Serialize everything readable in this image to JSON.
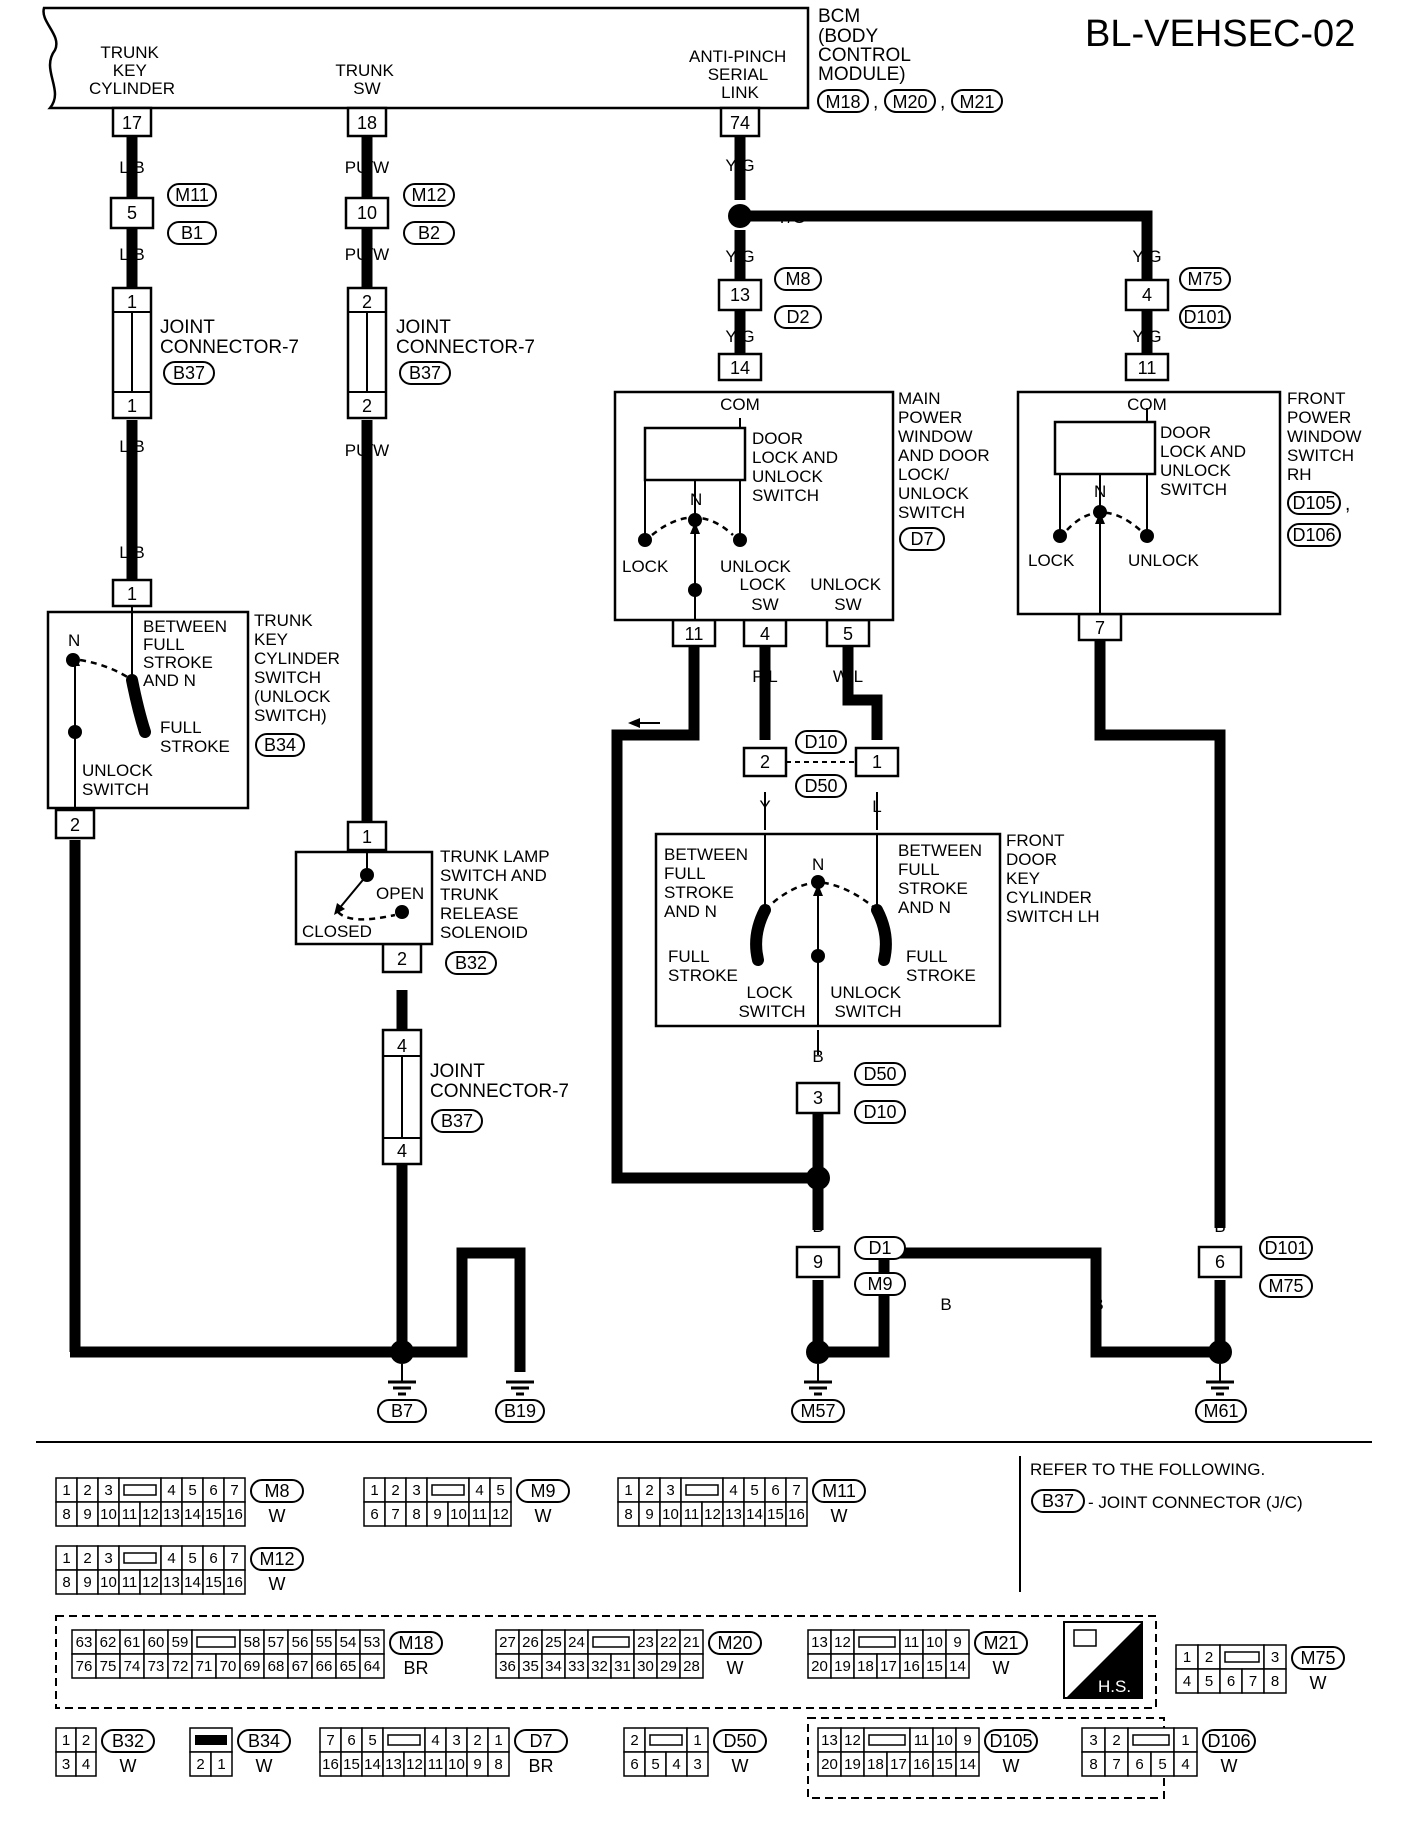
{
  "title": "BL-VEHSEC-02",
  "bcm": {
    "label": [
      "BCM",
      "(BODY",
      "CONTROL",
      "MODULE)"
    ],
    "connectors": [
      "M18",
      "M20",
      "M21"
    ],
    "sep": ",",
    "pins": [
      {
        "name": [
          "TRUNK",
          "KEY",
          "CYLINDER"
        ],
        "pin": "17"
      },
      {
        "name": [
          "TRUNK",
          "SW"
        ],
        "pin": "18"
      },
      {
        "name": [
          "ANTI-PINCH",
          "SERIAL",
          "LINK"
        ],
        "pin": "74"
      }
    ]
  },
  "wire_colors": {
    "lb": "L/B",
    "puw": "PU/W",
    "yg": "Y/G",
    "b": "B",
    "pl": "P/L",
    "wl": "W/L",
    "y": "Y",
    "l": "L"
  },
  "inline_connectors": {
    "m11_b1": {
      "pin": "5",
      "ids": [
        "M11",
        "B1"
      ]
    },
    "m12_b2": {
      "pin": "10",
      "ids": [
        "M12",
        "B2"
      ]
    },
    "m8_d2": {
      "pin": "13",
      "ids": [
        "M8",
        "D2"
      ]
    },
    "m75_d101": {
      "pin": "4",
      "ids": [
        "M75",
        "D101"
      ]
    },
    "d10_d50_a": {
      "pin": "2",
      "ids": [
        "D10",
        "D50"
      ]
    },
    "d10_d50_b": {
      "pin": "1"
    },
    "d50_d10": {
      "pin": "3",
      "ids": [
        "D50",
        "D10"
      ]
    },
    "d1_m9": {
      "pin": "9",
      "ids": [
        "D1",
        "M9"
      ]
    },
    "d101_m75": {
      "pin": "6",
      "ids": [
        "D101",
        "M75"
      ]
    }
  },
  "joint_connector": {
    "label": [
      "JOINT",
      "CONNECTOR-7"
    ],
    "id": "B37",
    "a_pins": [
      "1",
      "1"
    ],
    "b_pins": [
      "2",
      "2"
    ],
    "c_pins": [
      "4",
      "4"
    ]
  },
  "trunk_key_switch": {
    "label": [
      "TRUNK",
      "KEY",
      "CYLINDER",
      "SWITCH",
      "(UNLOCK",
      "SWITCH)"
    ],
    "id": "B34",
    "pin_in": "1",
    "pin_out": "2",
    "n": "N",
    "between": [
      "BETWEEN",
      "FULL",
      "STROKE",
      "AND N"
    ],
    "full": [
      "FULL",
      "STROKE"
    ],
    "unlock": [
      "UNLOCK",
      "SWITCH"
    ]
  },
  "trunk_lamp": {
    "label": [
      "TRUNK LAMP",
      "SWITCH AND",
      "TRUNK",
      "RELEASE",
      "SOLENOID"
    ],
    "id": "B32",
    "pin_in": "1",
    "pin_out": "2",
    "open": "OPEN",
    "closed": "CLOSED"
  },
  "main_pw": {
    "label": [
      "MAIN",
      "POWER",
      "WINDOW",
      "AND DOOR",
      "LOCK/",
      "UNLOCK",
      "SWITCH"
    ],
    "id": "D7",
    "com": "COM",
    "pin_com": "14",
    "inner": [
      "DOOR",
      "LOCK AND",
      "UNLOCK",
      "SWITCH"
    ],
    "n": "N",
    "lock": "LOCK",
    "unlock": "UNLOCK",
    "lock_sw": [
      "LOCK",
      "SW"
    ],
    "unlock_sw": [
      "UNLOCK",
      "SW"
    ],
    "pins": [
      "11",
      "4",
      "5"
    ]
  },
  "front_pw_rh": {
    "label": [
      "FRONT",
      "POWER",
      "WINDOW",
      "SWITCH",
      "RH"
    ],
    "ids": [
      "D105",
      "D106"
    ],
    "com": "COM",
    "pin_com": "11",
    "inner": [
      "DOOR",
      "LOCK AND",
      "UNLOCK",
      "SWITCH"
    ],
    "n": "N",
    "lock": "LOCK",
    "unlock": "UNLOCK",
    "pin_out": "7"
  },
  "front_key_lh": {
    "label": [
      "FRONT",
      "DOOR",
      "KEY",
      "CYLINDER",
      "SWITCH LH"
    ],
    "n": "N",
    "between_l": [
      "BETWEEN",
      "FULL",
      "STROKE",
      "AND N"
    ],
    "between_r": [
      "BETWEEN",
      "FULL",
      "STROKE",
      "AND N"
    ],
    "full_l": [
      "FULL",
      "STROKE"
    ],
    "full_r": [
      "FULL",
      "STROKE"
    ],
    "lock": [
      "LOCK",
      "SWITCH"
    ],
    "unlock": [
      "UNLOCK",
      "SWITCH"
    ]
  },
  "grounds": [
    "B7",
    "B19",
    "M57",
    "M61"
  ],
  "legend": {
    "refer": "REFER TO THE FOLLOWING.",
    "jc_id": "B37",
    "jc_text": "- JOINT CONNECTOR (J/C)",
    "hs": "H.S."
  },
  "connectors": [
    {
      "id": "M8",
      "color": "W",
      "top": [
        "1",
        "2",
        "3",
        "",
        "4",
        "5",
        "6",
        "7"
      ],
      "bot": [
        "8",
        "9",
        "10",
        "11",
        "12",
        "13",
        "14",
        "15",
        "16"
      ]
    },
    {
      "id": "M9",
      "color": "W",
      "top": [
        "1",
        "2",
        "3",
        "",
        "4",
        "5"
      ],
      "bot": [
        "6",
        "7",
        "8",
        "9",
        "10",
        "11",
        "12"
      ]
    },
    {
      "id": "M11",
      "color": "W",
      "top": [
        "1",
        "2",
        "3",
        "",
        "4",
        "5",
        "6",
        "7"
      ],
      "bot": [
        "8",
        "9",
        "10",
        "11",
        "12",
        "13",
        "14",
        "15",
        "16"
      ]
    },
    {
      "id": "M12",
      "color": "W",
      "top": [
        "1",
        "2",
        "3",
        "",
        "4",
        "5",
        "6",
        "7"
      ],
      "bot": [
        "8",
        "9",
        "10",
        "11",
        "12",
        "13",
        "14",
        "15",
        "16"
      ]
    },
    {
      "id": "M18",
      "color": "BR",
      "top": [
        "63",
        "62",
        "61",
        "60",
        "59",
        "",
        "58",
        "57",
        "56",
        "55",
        "54",
        "53"
      ],
      "bot": [
        "76",
        "75",
        "74",
        "73",
        "72",
        "71",
        "70",
        "69",
        "68",
        "67",
        "66",
        "65",
        "64"
      ]
    },
    {
      "id": "M20",
      "color": "W",
      "top": [
        "27",
        "26",
        "25",
        "24",
        "",
        "23",
        "22",
        "21"
      ],
      "bot": [
        "36",
        "35",
        "34",
        "33",
        "32",
        "31",
        "30",
        "29",
        "28"
      ]
    },
    {
      "id": "M21",
      "color": "W",
      "top": [
        "13",
        "12",
        "",
        "11",
        "10",
        "9"
      ],
      "bot": [
        "20",
        "19",
        "18",
        "17",
        "16",
        "15",
        "14"
      ]
    },
    {
      "id": "M75",
      "color": "W",
      "top": [
        "1",
        "2",
        "",
        "3"
      ],
      "bot": [
        "4",
        "5",
        "6",
        "7",
        "8"
      ]
    },
    {
      "id": "B32",
      "color": "W",
      "top": [
        "1",
        "2"
      ],
      "bot": [
        "3",
        "4"
      ]
    },
    {
      "id": "B34",
      "color": "W",
      "top": [],
      "bot": [
        "2",
        "1"
      ]
    },
    {
      "id": "D7",
      "color": "BR",
      "top": [
        "7",
        "6",
        "5",
        "",
        "4",
        "3",
        "2",
        "1"
      ],
      "bot": [
        "16",
        "15",
        "14",
        "13",
        "12",
        "11",
        "10",
        "9",
        "8"
      ]
    },
    {
      "id": "D50",
      "color": "W",
      "top": [
        "2",
        "",
        "1"
      ],
      "bot": [
        "6",
        "5",
        "4",
        "3"
      ]
    },
    {
      "id": "D105",
      "color": "W",
      "top": [
        "13",
        "12",
        "",
        "11",
        "10",
        "9"
      ],
      "bot": [
        "20",
        "19",
        "18",
        "17",
        "16",
        "15",
        "14"
      ]
    },
    {
      "id": "D106",
      "color": "W",
      "top": [
        "3",
        "2",
        "",
        "1"
      ],
      "bot": [
        "8",
        "7",
        "6",
        "5",
        "4"
      ]
    }
  ]
}
